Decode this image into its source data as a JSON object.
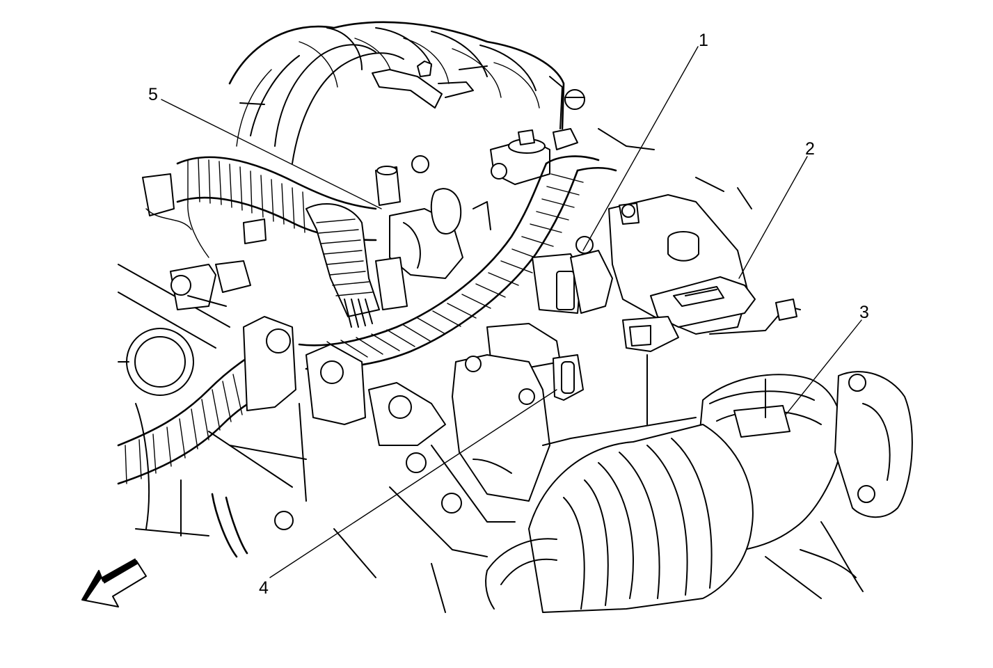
{
  "callouts": [
    {
      "id": "1",
      "label": "1"
    },
    {
      "id": "2",
      "label": "2"
    },
    {
      "id": "3",
      "label": "3"
    },
    {
      "id": "4",
      "label": "4"
    },
    {
      "id": "5",
      "label": "5"
    }
  ],
  "icons": {
    "direction_arrow": "forward-arrow-icon"
  }
}
